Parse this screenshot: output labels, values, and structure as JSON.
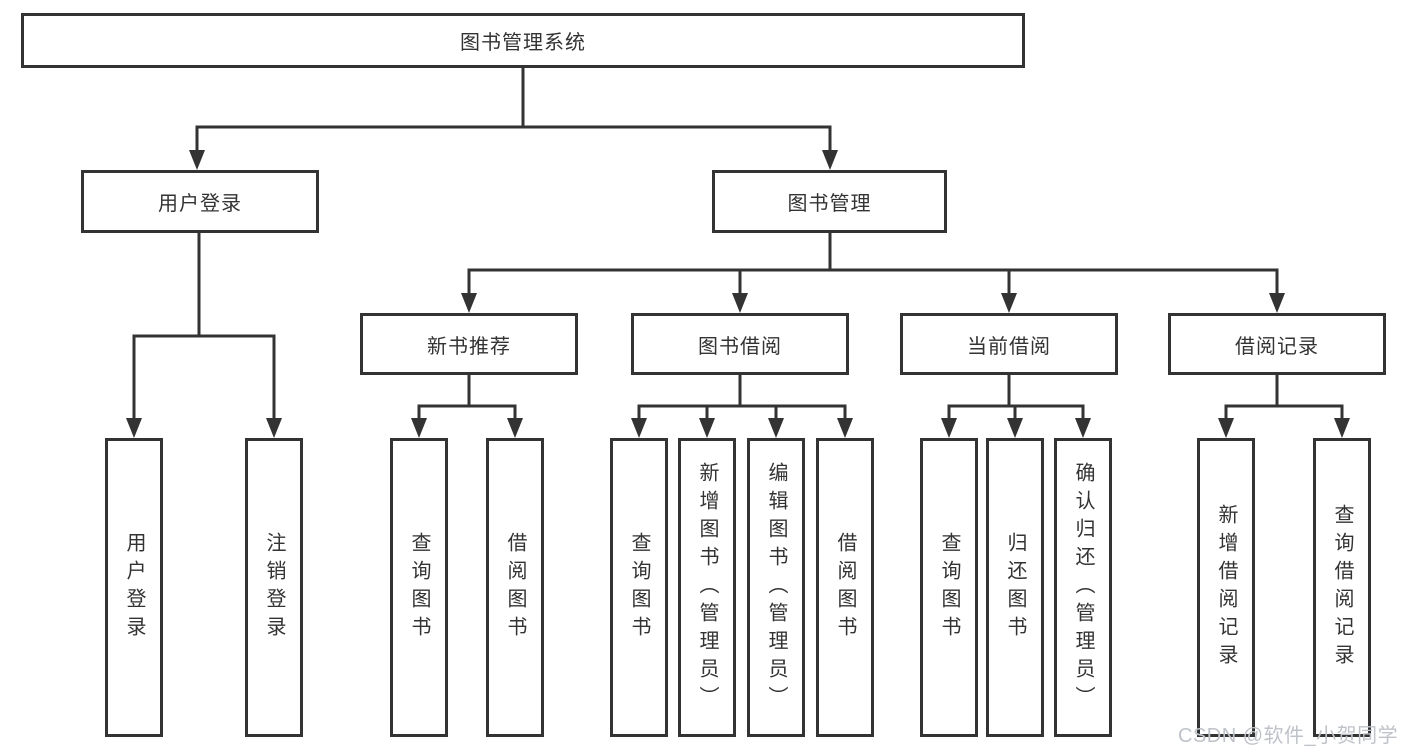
{
  "diagram": {
    "watermark": "CSDN @软件_小贺同学",
    "colors": {
      "line": "#333333",
      "box_border": "#333333",
      "text": "#333333",
      "watermark": "#bfc3c9",
      "background": "#ffffff"
    },
    "nodes": {
      "root": {
        "label": "图书管理系统"
      },
      "user_login": {
        "label": "用户登录"
      },
      "book_mgmt": {
        "label": "图书管理"
      },
      "new_book_rec": {
        "label": "新书推荐"
      },
      "book_borrow": {
        "label": "图书借阅"
      },
      "current_borrow": {
        "label": "当前借阅"
      },
      "borrow_records": {
        "label": "借阅记录"
      },
      "leaf_user_login": {
        "label": "用户登录"
      },
      "leaf_logout": {
        "label": "注销登录"
      },
      "leaf_rec_query_books": {
        "label": "查询图书"
      },
      "leaf_rec_borrow_books": {
        "label": "借阅图书"
      },
      "leaf_bb_query_books": {
        "label": "查询图书"
      },
      "leaf_bb_add_books": {
        "label": "新增图书（管理员）"
      },
      "leaf_bb_edit_books": {
        "label": "编辑图书（管理员）"
      },
      "leaf_bb_borrow_books": {
        "label": "借阅图书"
      },
      "leaf_cb_query_books": {
        "label": "查询图书"
      },
      "leaf_cb_return_books": {
        "label": "归还图书"
      },
      "leaf_cb_confirm_return": {
        "label": "确认归还（管理员）"
      },
      "leaf_br_add_record": {
        "label": "新增借阅记录"
      },
      "leaf_br_query_record": {
        "label": "查询借阅记录"
      }
    }
  }
}
